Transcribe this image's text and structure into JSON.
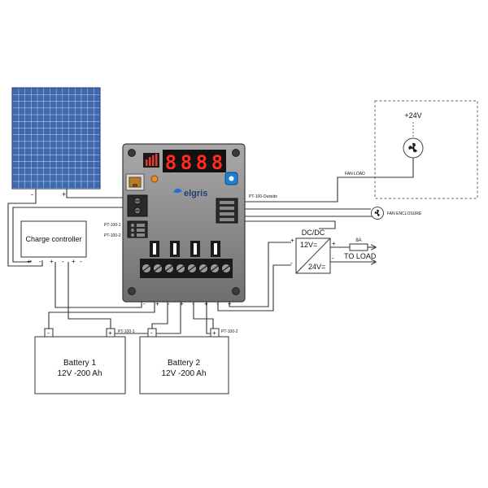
{
  "controller": {
    "brand": "elgris",
    "display_digits": [
      "8",
      "8",
      "8",
      "8"
    ],
    "left_labels": [
      "PT-100-1",
      "PT-100-2"
    ],
    "right_label": "PT-100-Outside",
    "bottom_signs": [
      "-",
      "+",
      "-",
      "+",
      "-",
      "+",
      "-",
      "+"
    ]
  },
  "solar_panel": {
    "minus": "-",
    "plus": "+"
  },
  "charge_controller": {
    "label": "Charge controller",
    "terminals": [
      "+",
      "-",
      "+",
      "-",
      "+",
      "-"
    ]
  },
  "battery1": {
    "title": "Battery 1",
    "spec": "12V -200 Ah",
    "minus": "-",
    "plus": "+",
    "sensor": "PT-100-1"
  },
  "battery2": {
    "title": "Battery 2",
    "spec": "12V -200 Ah",
    "minus": "-",
    "plus": "+",
    "sensor": "PT-100-2"
  },
  "dcdc": {
    "title": "DC/DC",
    "input": "12V=",
    "output": "24V=",
    "in_plus": "+",
    "in_minus": "-",
    "out_plus": "+",
    "out_minus": "-"
  },
  "fuse": {
    "rating": "8A"
  },
  "load": {
    "label": "TO LOAD"
  },
  "fan_load": {
    "label": "FAN LOAD",
    "voltage": "+24V"
  },
  "fan_enclosure": {
    "label": "FAN ENCLOSURE"
  }
}
